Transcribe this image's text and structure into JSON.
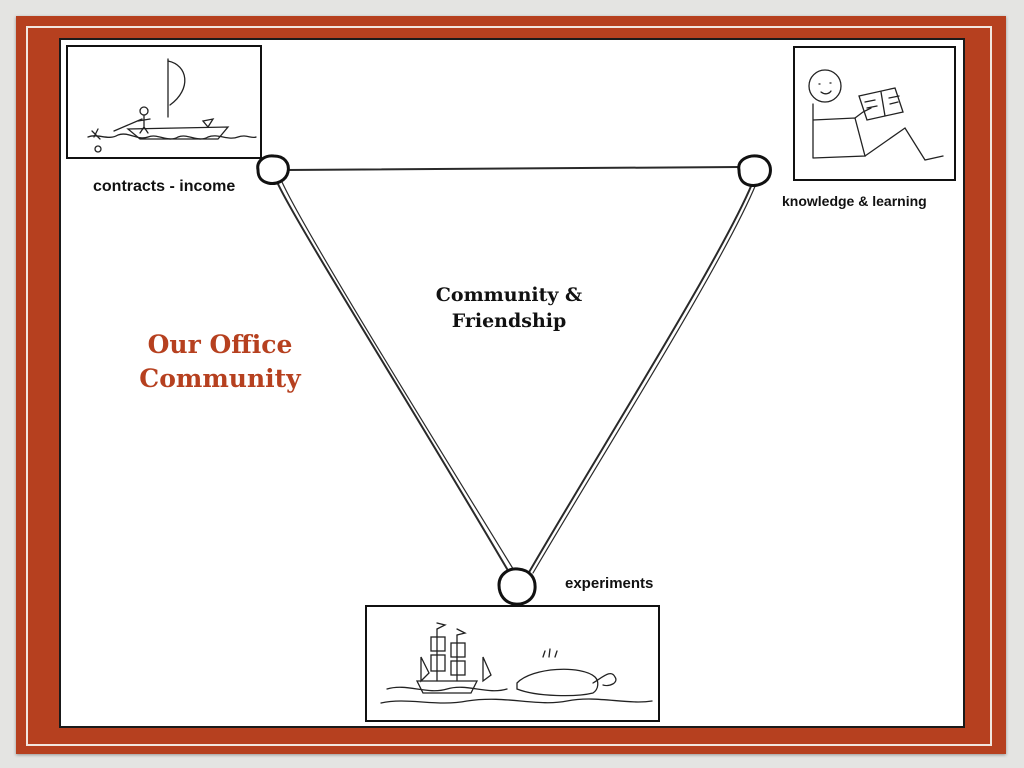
{
  "slide": {
    "side_title_line1": "Our Office",
    "side_title_line2": "Community",
    "center_title_line1": "Community &",
    "center_title_line2": "Friendship"
  },
  "nodes": {
    "top_left": "contracts - income",
    "top_right": "knowledge & learning",
    "bottom": "experiments"
  },
  "colors": {
    "frame": "#b6401f",
    "accent_title": "#b6401f",
    "ink": "#111111"
  },
  "icons": [
    "sailboat-sketch-icon",
    "reader-sketch-icon",
    "ship-and-whale-sketch-icon"
  ]
}
